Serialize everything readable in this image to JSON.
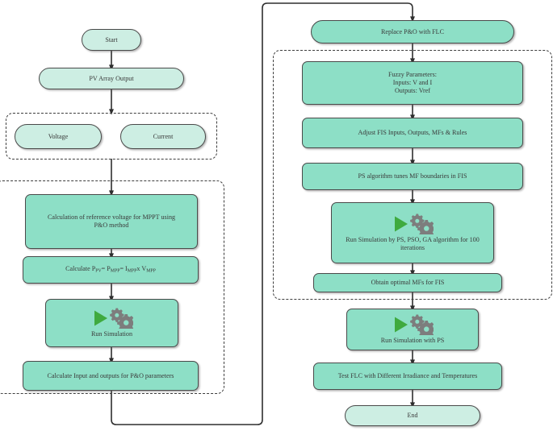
{
  "diagram": {
    "title": "MPPT P&O to Fuzzy Logic Controller optimization flowchart",
    "colors": {
      "process_fill": "#8ddfc6",
      "terminal_fill": "#cdeee3",
      "border": "#4a4a4a",
      "line": "#2e2e2e",
      "play_green": "#3faa3f",
      "gear_gray": "#7d7d7d"
    }
  },
  "left_column": {
    "start": "Start",
    "pv_array_output": "PV Array Output",
    "measurement_group": {
      "voltage": "Voltage",
      "current": "Current"
    },
    "po_group": {
      "calc_ref_voltage": "Calculation of reference voltage for MPPT using\nP&O method",
      "calc_power_prefix": "Calculate P",
      "calc_power_formula": "Calculate P_PV= P_MPP= I_MPPx V_MPP",
      "run_simulation": "Run Simulation",
      "calc_io": "Calculate Input and outputs for P&O parameters"
    }
  },
  "right_column": {
    "replace_po": "Replace P&O with FLC",
    "fis_group": {
      "fuzzy_parameters": "Fuzzy Parameters:\nInputs: V and I\nOutputs:  Vref",
      "adjust_fis": "Adjust FIS Inputs, Outputs, MFs & Rules",
      "ps_tunes": "PS algorithm tunes MF boundaries in FIS",
      "run_sim_algorithms": "Run Simulation by PS, PSO, GA algorithm for 100\niterations",
      "obtain_mfs": "Obtain optimal MFs for FIS"
    },
    "run_sim_ps": "Run Simulation with PS",
    "test_flc": "Test FLC with Different Irradiance and Temperatures",
    "end": "End"
  },
  "icons": {
    "run_simulation_icon": "play-and-gears-icon"
  }
}
